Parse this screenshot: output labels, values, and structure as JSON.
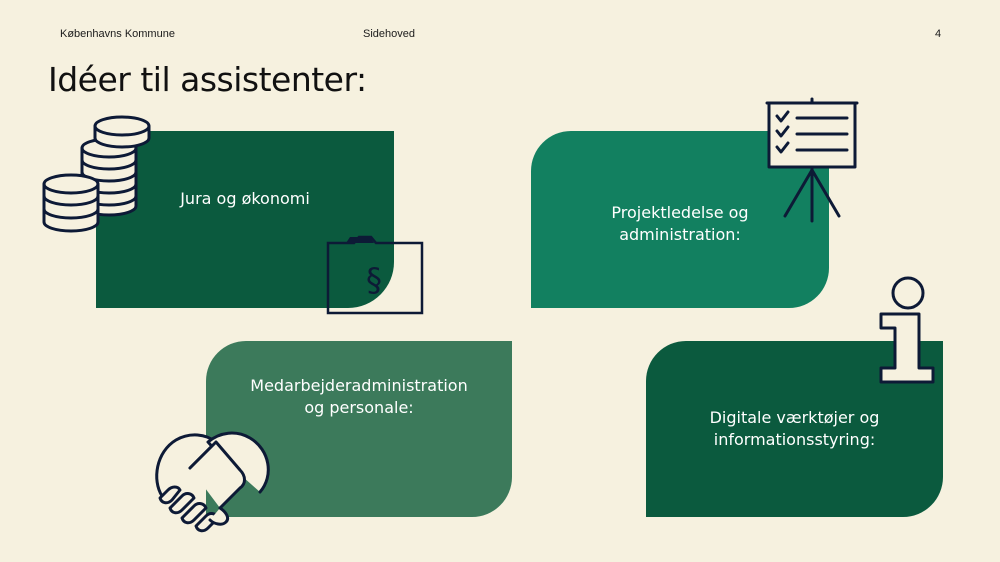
{
  "header": {
    "organization": "Københavns Kommune",
    "center": "Sidehoved",
    "page_number": "4"
  },
  "title": "Idéer til assistenter:",
  "cards": [
    {
      "label_line1": "Jura og økonomi",
      "icon": "coins-icon",
      "icon2": "folder-paragraph-icon",
      "color": "#0b5a3e"
    },
    {
      "label_line1": "Projektledelse og",
      "label_line2": "administration:",
      "icon": "checklist-easel-icon",
      "color": "#128060"
    },
    {
      "label_line1": "Medarbejderadministration",
      "label_line2": "og personale:",
      "icon": "handshake-icon",
      "color": "#3c7a5b"
    },
    {
      "label_line1": "Digitale værktøjer og",
      "label_line2": "informationsstyring:",
      "icon": "info-icon",
      "color": "#0b5a3e"
    }
  ],
  "icon_stroke_color": "#0d1a36",
  "paragraph_symbol": "§"
}
